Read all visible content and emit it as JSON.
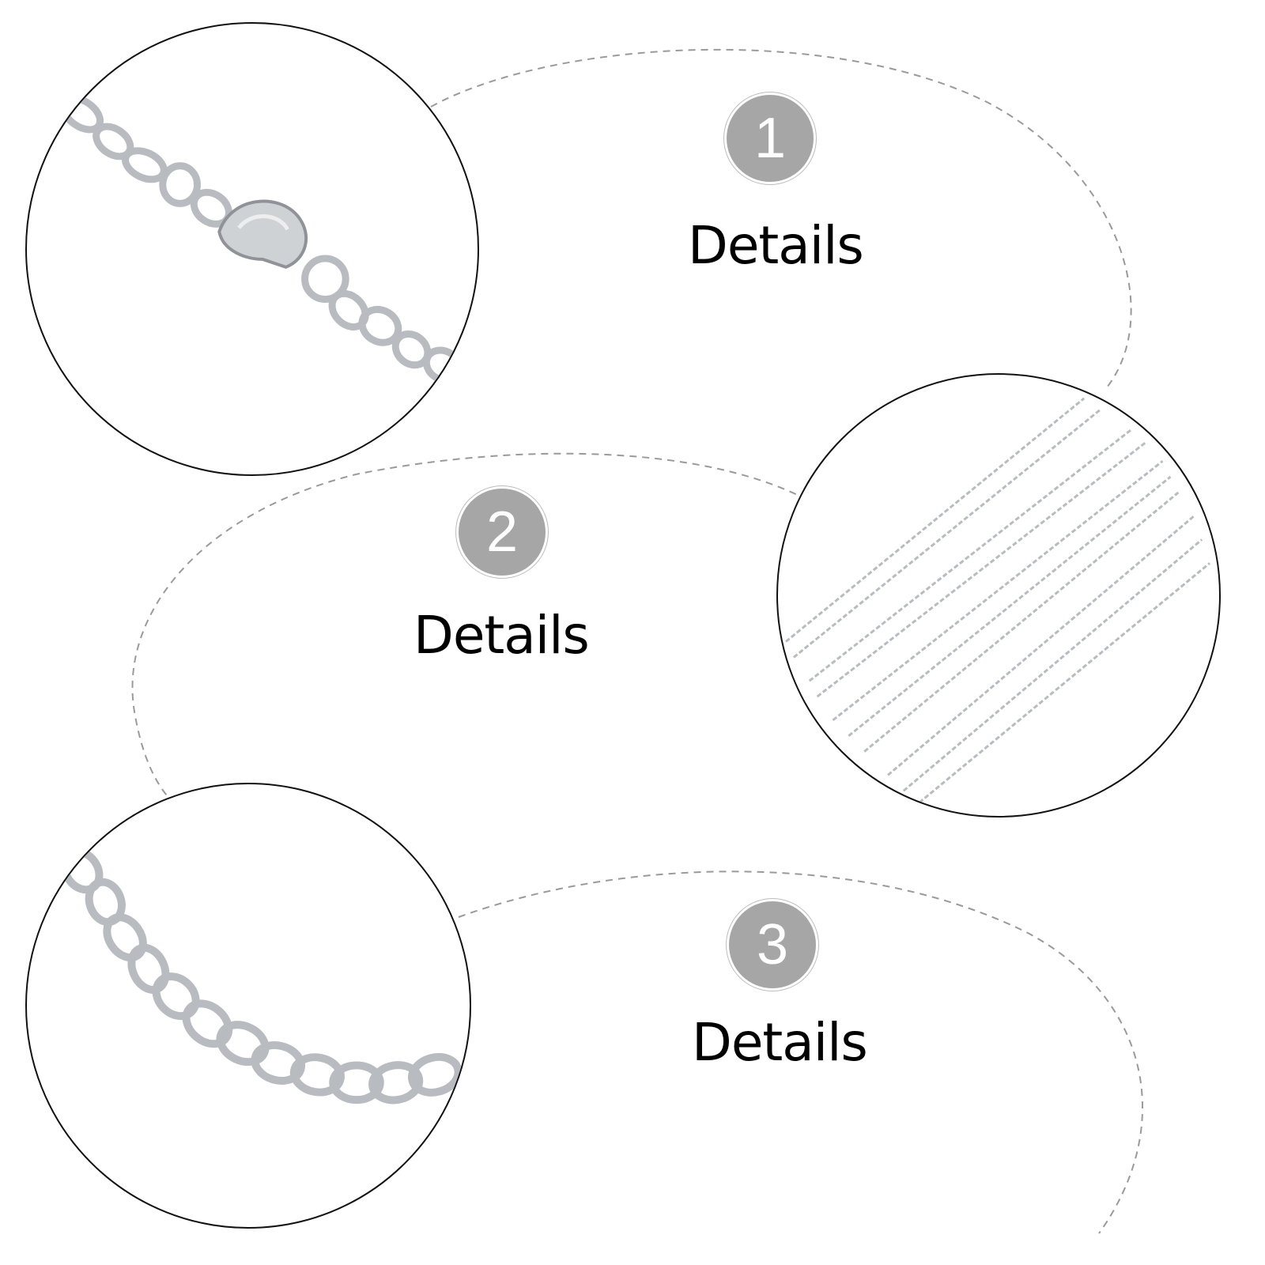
{
  "sections": [
    {
      "number": "1",
      "label": "Details"
    },
    {
      "number": "2",
      "label": "Details"
    },
    {
      "number": "3",
      "label": "Details"
    }
  ],
  "colors": {
    "badge": "#a6a6a6",
    "circle_border": "#111111",
    "arc": "#9a9a9a",
    "chain": "#b8bcc0"
  }
}
